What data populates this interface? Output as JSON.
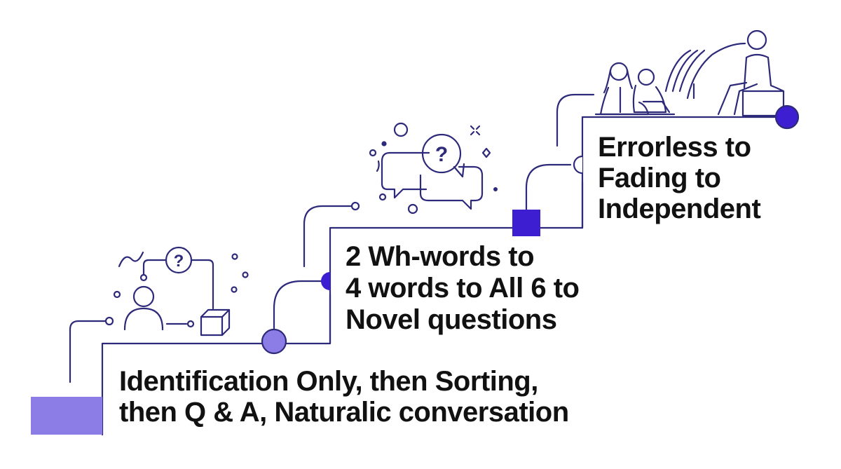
{
  "steps": [
    {
      "lines": [
        "Identification  Only, then Sorting,",
        "then Q & A, Naturalic conversation"
      ],
      "icon": "person-question-box-icon"
    },
    {
      "lines": [
        "2 Wh-words to",
        "4 words to All 6 to",
        "Novel questions"
      ],
      "icon": "speech-bubbles-question-icon"
    },
    {
      "lines": [
        "Errorless to",
        "Fading to",
        "Independent"
      ],
      "icon": "parent-child-adult-icon"
    }
  ],
  "colors": {
    "line": "#2e2a7a",
    "accent_dark": "#3d1fd1",
    "accent_light": "#8c7de6",
    "text": "#111111"
  }
}
